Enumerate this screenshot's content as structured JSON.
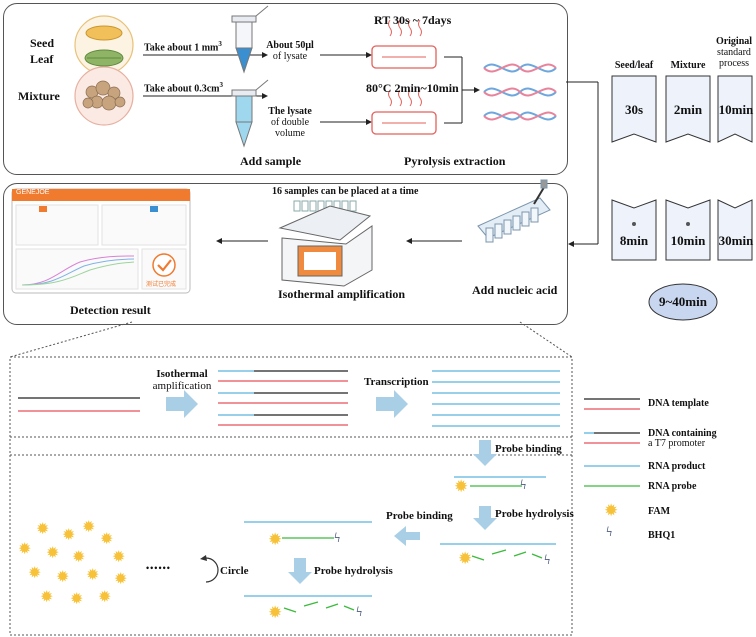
{
  "top_panel": {
    "seed_leaf_label": [
      "Seed",
      "Leaf"
    ],
    "mixture_label": "Mixture",
    "take_seed": "Take about 1 mm",
    "take_seed_sup": "3",
    "take_mix": "Take about 0.3cm",
    "take_mix_sup": "3",
    "lysate_seed": [
      "About 50μl",
      "of lysate"
    ],
    "lysate_mix": [
      "The lysate",
      "of double",
      "volume"
    ],
    "rt_text": "RT 30s ~ 7days",
    "heat_text": "80°C 2min~10min",
    "add_sample": "Add sample",
    "pyrolysis": "Pyrolysis extraction"
  },
  "mid_panel": {
    "samples_caption": "16 samples can be placed at a time",
    "isothermal": "Isothermal amplification",
    "add_nucleic": "Add nucleic acid",
    "detection": "Detection result"
  },
  "time_comparison": {
    "headers": [
      [
        "Seed/leaf"
      ],
      [
        "Mixture"
      ],
      [
        "Original",
        "standard",
        "process"
      ]
    ],
    "row1": [
      "30s",
      "2min",
      "10min"
    ],
    "row2": [
      "8min",
      "10min",
      "30min"
    ],
    "total": "9~40min"
  },
  "mechanism": {
    "isothermal": [
      "Isothermal",
      "amplification"
    ],
    "transcription": "Transcription",
    "probe_binding_1": "Probe binding",
    "probe_hydrolysis_1": "Probe hydrolysis",
    "probe_binding_2": "Probe binding",
    "probe_hydrolysis_2": "Probe hydrolysis",
    "circle": "Circle",
    "dots": "••••••"
  },
  "legend": {
    "items": [
      {
        "label": [
          "DNA template"
        ],
        "colors": [
          "#222222",
          "#e8505b"
        ]
      },
      {
        "label": [
          "DNA containing",
          "a T7 promoter"
        ],
        "colors": [
          "#222222",
          "#e8505b",
          "#5bb5e0"
        ]
      },
      {
        "label": [
          "RNA product"
        ],
        "colors": [
          "#5bb5e0"
        ]
      },
      {
        "label": [
          "RNA probe"
        ],
        "colors": [
          "#3cba3c"
        ]
      },
      {
        "label": [
          "FAM"
        ],
        "colors": [
          "#f7c23a"
        ]
      },
      {
        "label": [
          "BHQ1"
        ],
        "colors": [
          "#2a3f6a"
        ]
      }
    ]
  },
  "device": {
    "brand": "GENEJOE",
    "status": "测试已完成"
  },
  "colors": {
    "black_strand": "#222222",
    "red_strand": "#e8505b",
    "blue_strand": "#5bb5e0",
    "green_probe": "#3cba3c",
    "arrow_blue": "#a9cfe6",
    "fam_yellow": "#f7c23a",
    "ellipse_fill": "#c9d6f0",
    "device_orange": "#f07a2e"
  }
}
